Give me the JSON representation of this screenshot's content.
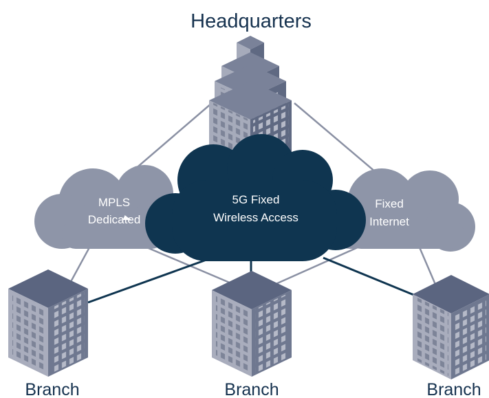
{
  "headquarters": {
    "label": "Headquarters"
  },
  "clouds": {
    "mpls": {
      "line1": "MPLS",
      "line2": "Dedicated"
    },
    "fwa": {
      "line1": "5G Fixed",
      "line2": "Wireless Access"
    },
    "internet": {
      "line1": "Fixed",
      "line2": "Internet"
    }
  },
  "branches": [
    {
      "label": "Branch"
    },
    {
      "label": "Branch"
    },
    {
      "label": "Branch"
    }
  ],
  "colors": {
    "dark_navy": "#0f3550",
    "cloud_gray": "#8e95a8",
    "link_gray": "#8a90a3",
    "building_side": "#6f7890",
    "building_front": "#a9adbd",
    "building_top": "#5b6580",
    "label_text": "#16324f"
  }
}
